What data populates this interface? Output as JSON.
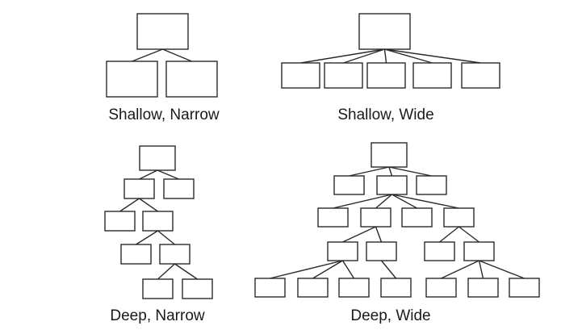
{
  "diagram": {
    "panels": [
      {
        "id": "shallow-narrow",
        "caption": "Shallow, Narrow"
      },
      {
        "id": "shallow-wide",
        "caption": "Shallow, Wide"
      },
      {
        "id": "deep-narrow",
        "caption": "Deep, Narrow"
      },
      {
        "id": "deep-wide",
        "caption": "Deep, Wide"
      }
    ]
  }
}
